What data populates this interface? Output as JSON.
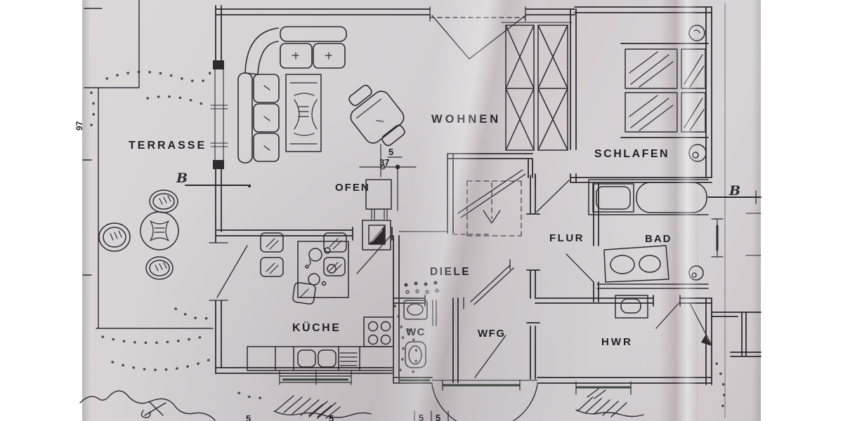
{
  "colors": {
    "paper": "#d7d3d5",
    "ink": "#2b272c",
    "dark_sill": "#39483e",
    "page_background": "#ffffff"
  },
  "rooms": {
    "terrasse": {
      "label": "TERRASSE"
    },
    "wohnen": {
      "label": "WOHNEN"
    },
    "schlafen": {
      "label": "SCHLAFEN"
    },
    "kueche": {
      "label": "KÜCHE"
    },
    "diele": {
      "label": "DIELE"
    },
    "wc": {
      "label": "WC"
    },
    "wfg": {
      "label": "WFG"
    },
    "flur": {
      "label": "FLUR"
    },
    "bad": {
      "label": "BAD"
    },
    "hwr": {
      "label": "HWR"
    },
    "ofen": {
      "label": "OFEN"
    }
  },
  "markers": {
    "section_left": "B",
    "section_right": "B",
    "dim_top": "5",
    "dim_bottom": "37",
    "dim_left": "97",
    "bottom": [
      "5",
      "5",
      "5",
      "5"
    ]
  }
}
